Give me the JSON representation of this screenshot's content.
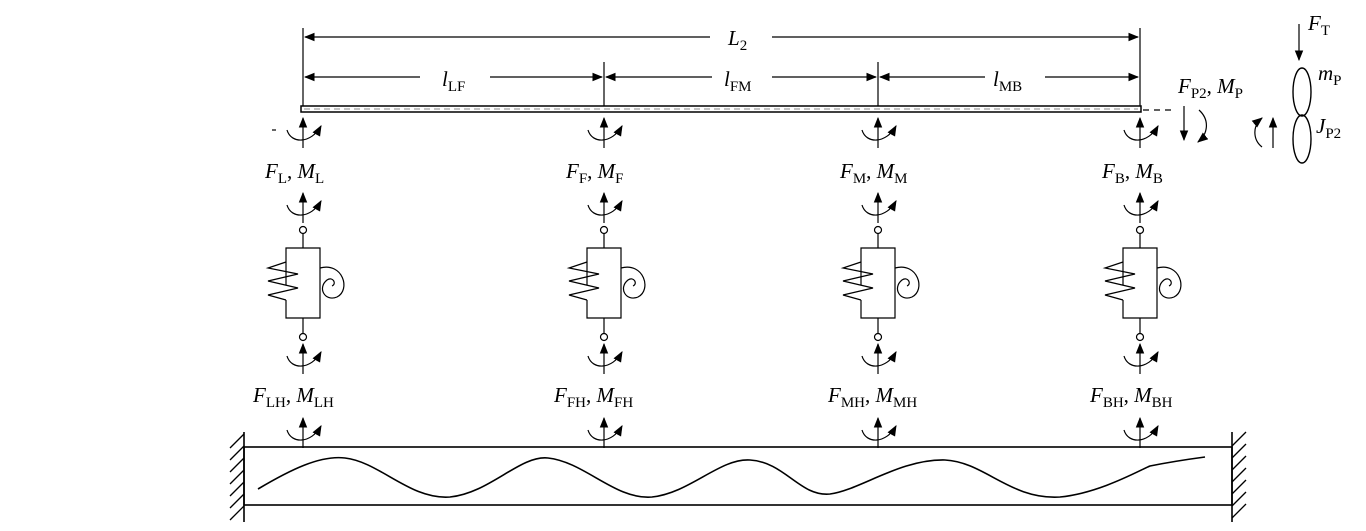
{
  "dimensions": {
    "total": {
      "sym": "L",
      "sub": "2"
    },
    "segments": [
      {
        "sym": "l",
        "sub": "LF"
      },
      {
        "sym": "l",
        "sub": "FM"
      },
      {
        "sym": "l",
        "sub": "MB"
      }
    ]
  },
  "supports": [
    {
      "id": "L",
      "top": {
        "F": "F",
        "Fsub": "L",
        "M": "M",
        "Msub": "L"
      },
      "bottom": {
        "F": "F",
        "Fsub": "LH",
        "M": "M",
        "Msub": "LH"
      }
    },
    {
      "id": "F",
      "top": {
        "F": "F",
        "Fsub": "F",
        "M": "M",
        "Msub": "F"
      },
      "bottom": {
        "F": "F",
        "Fsub": "FH",
        "M": "M",
        "Msub": "FH"
      }
    },
    {
      "id": "M",
      "top": {
        "F": "F",
        "Fsub": "M",
        "M": "M",
        "Msub": "M"
      },
      "bottom": {
        "F": "F",
        "Fsub": "MH",
        "M": "M",
        "Msub": "MH"
      }
    },
    {
      "id": "B",
      "top": {
        "F": "F",
        "Fsub": "B",
        "M": "M",
        "Msub": "B"
      },
      "bottom": {
        "F": "F",
        "Fsub": "BH",
        "M": "M",
        "Msub": "BH"
      }
    }
  ],
  "tip": {
    "force": {
      "sym": "F",
      "sub": "P2"
    },
    "moment": {
      "sym": "M",
      "sub": "P"
    },
    "sep": ", ",
    "load": {
      "sym": "F",
      "sub": "T"
    },
    "mass": {
      "sym": "m",
      "sub": "P"
    },
    "inertia": {
      "sym": "J",
      "sub": "P2"
    }
  }
}
